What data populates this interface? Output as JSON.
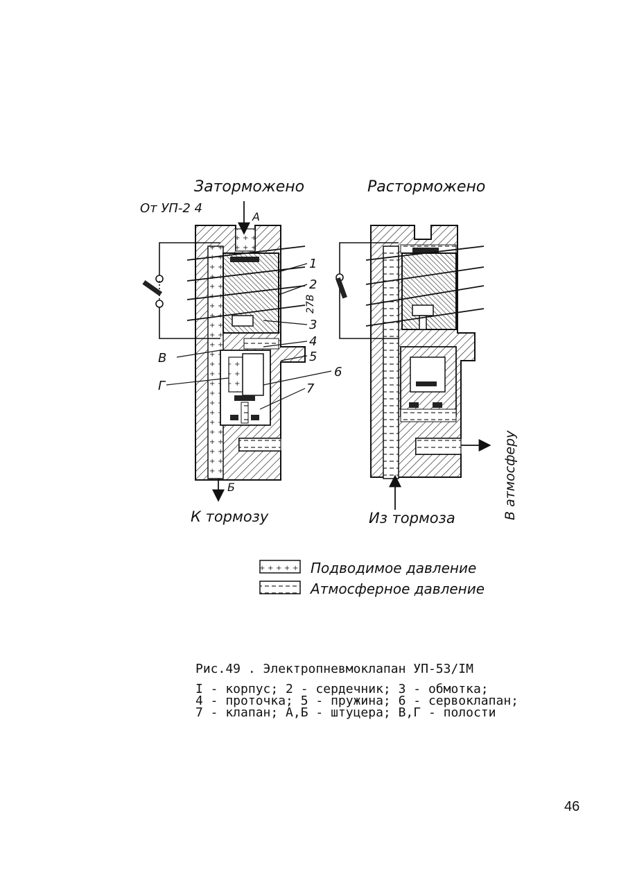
{
  "titles": {
    "left": "Заторможено",
    "right": "Расторможено"
  },
  "inputs": {
    "from": "От УП-2 4",
    "port_a": "А",
    "port_b": "Б",
    "voltage": "27В"
  },
  "callouts": [
    "1",
    "2",
    "3",
    "4",
    "5",
    "6",
    "7"
  ],
  "cavities": {
    "v": "В",
    "g": "Г"
  },
  "flows": {
    "to_brake": "К тормозу",
    "from_brake": "Из тормоза",
    "to_atmosphere": "В атмосферу"
  },
  "legend": {
    "supplied": "Подводимое давление",
    "atmospheric": "Атмосферное давление"
  },
  "caption": {
    "title": "Рис.49 . Электропневмоклапан УП-53/IМ",
    "line1": "I - корпус; 2 - сердечник; 3 - обмотка;",
    "line2": "4 - проточка; 5 - пружина; 6 - сервоклапан;",
    "line3": "7 - клапан; А,Б - штуцера; В,Г - полости"
  },
  "page_number": "46"
}
